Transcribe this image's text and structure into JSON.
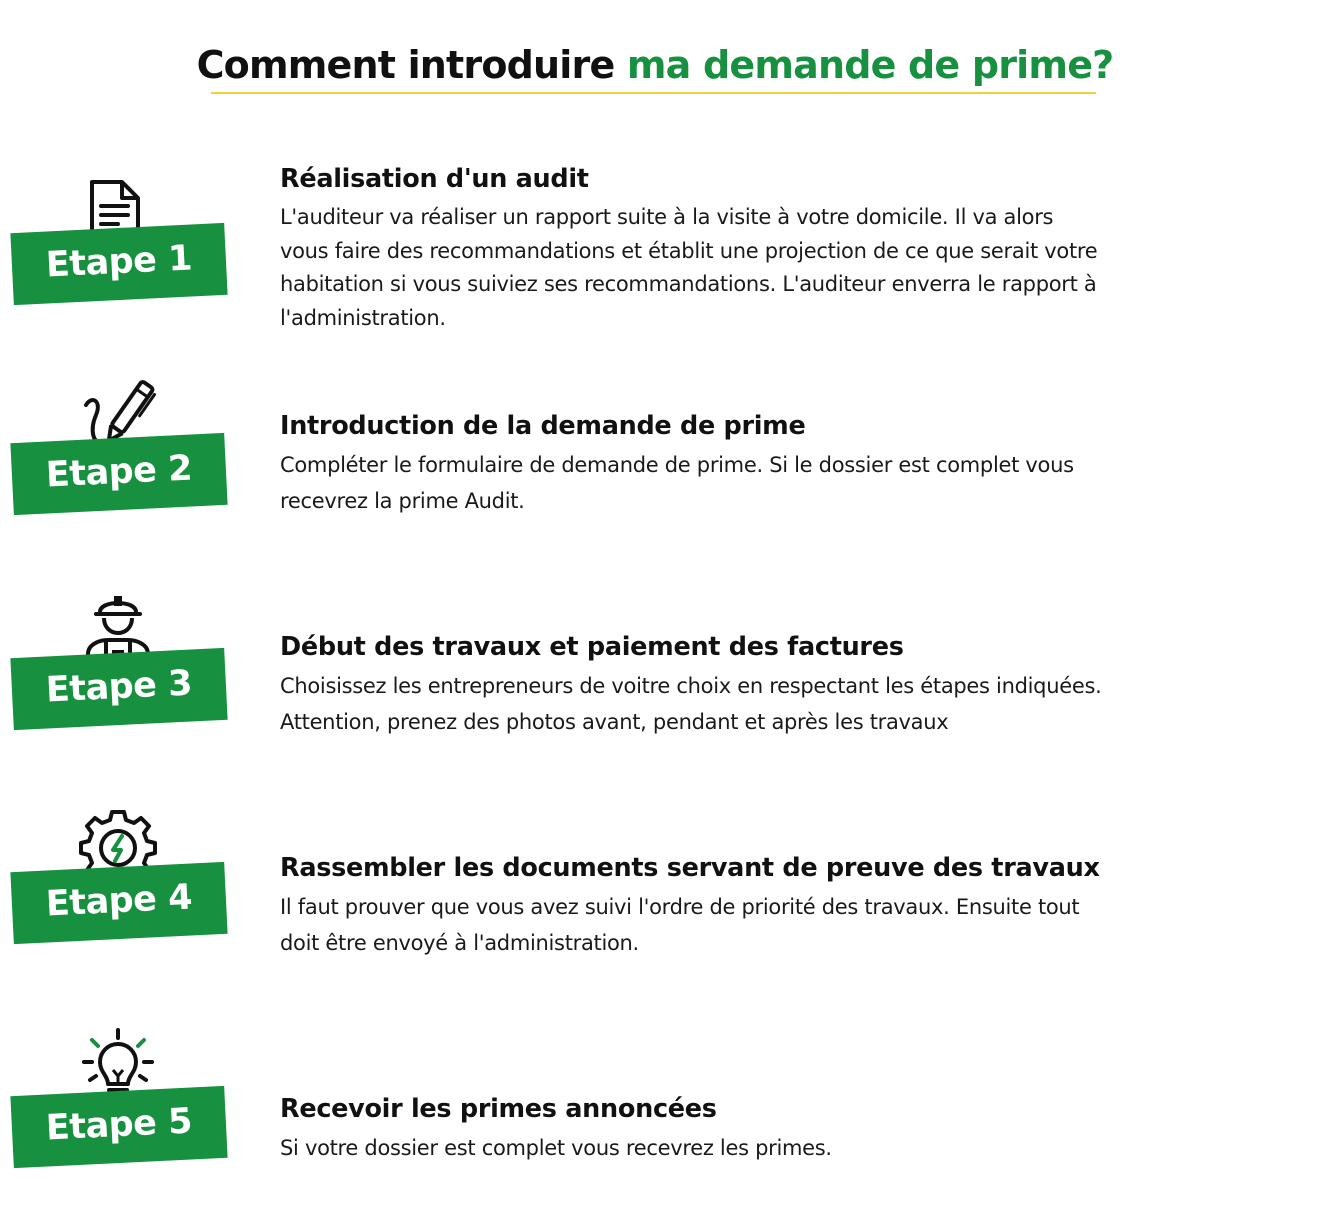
{
  "header": {
    "title_main": "Comment introduire ",
    "title_accent": "ma demande de prime?"
  },
  "colors": {
    "accent_green": "#17913f",
    "rule_yellow": "#f2cf3b",
    "text": "#111111"
  },
  "steps": [
    {
      "badge": "Etape 1",
      "icon": "document-icon",
      "title": "Réalisation d'un audit",
      "description": "L'auditeur va réaliser un rapport suite à la visite à votre domicile. Il va alors\nvous faire des recommandations et établit une projection de ce que serait votre\nhabitation si vous suiviez ses recommandations. L'auditeur enverra le rapport à\nl'administration."
    },
    {
      "badge": "Etape 2",
      "icon": "pen-signature-icon",
      "title": "Introduction de la demande de prime",
      "description": "Compléter le formulaire de demande de prime. Si le dossier est complet vous\nrecevrez la prime Audit."
    },
    {
      "badge": "Etape 3",
      "icon": "construction-worker-icon",
      "title": "Début des travaux et paiement des factures",
      "description": "Choisissez les entrepreneurs de voitre choix en respectant les étapes indiquées.\nAttention, prenez des photos avant, pendant et après les travaux"
    },
    {
      "badge": "Etape 4",
      "icon": "gear-energy-icon",
      "title": "Rassembler les documents servant de preuve des travaux",
      "description": "Il faut prouver que vous avez suivi l'ordre de priorité des travaux. Ensuite tout\ndoit être envoyé à l'administration."
    },
    {
      "badge": "Etape 5",
      "icon": "lightbulb-icon",
      "title": "Recevoir les primes annoncées",
      "description": "Si votre dossier est complet vous recevrez les primes."
    }
  ]
}
